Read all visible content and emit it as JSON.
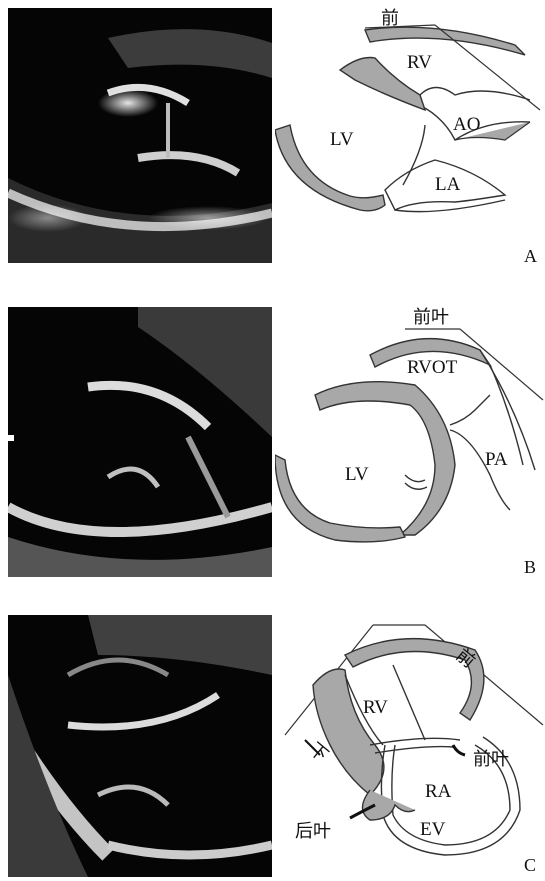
{
  "panels": [
    {
      "letter": "A",
      "labels": {
        "top": "前",
        "rv": "RV",
        "lv": "LV",
        "ao": "AO",
        "la": "LA"
      }
    },
    {
      "letter": "B",
      "labels": {
        "top": "前叶",
        "rvot": "RVOT",
        "lv": "LV",
        "pa": "PA"
      }
    },
    {
      "letter": "C",
      "labels": {
        "top": "前",
        "rv": "RV",
        "inferior": "下",
        "anterior_leaflet": "前叶",
        "ra": "RA",
        "ev": "EV",
        "posterior_leaflet": "后叶"
      }
    }
  ],
  "colors": {
    "tissue_fill": "#a8a8a8",
    "outline": "#333333",
    "echo_background": "#000000"
  }
}
